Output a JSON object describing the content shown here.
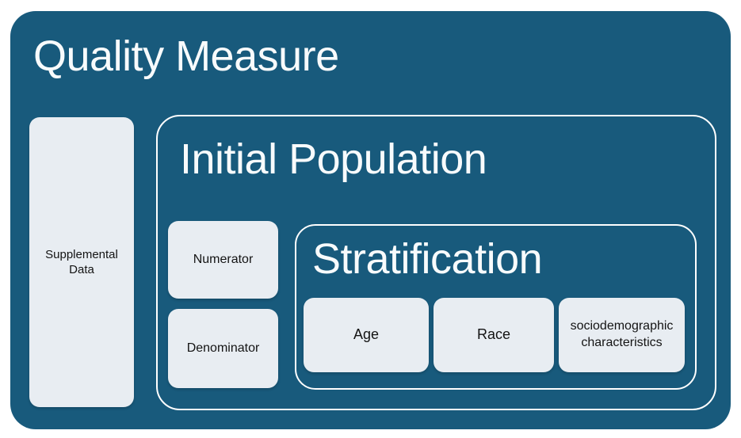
{
  "colors": {
    "container_bg": "#185A7C",
    "box_bg": "#E8EDF2",
    "outline": "#FFFFFF",
    "title_text": "#F8FBFC",
    "box_text": "#141414",
    "page_bg": "#FFFFFF"
  },
  "diagram": {
    "title": "Quality Measure",
    "supplemental_label": "Supplemental Data",
    "initial_population": {
      "title": "Initial Population",
      "numerator_label": "Numerator",
      "denominator_label": "Denominator",
      "stratification": {
        "title": "Stratification",
        "items": [
          {
            "label": "Age"
          },
          {
            "label": "Race"
          },
          {
            "label": "sociodemographic characteristics"
          }
        ]
      }
    }
  }
}
